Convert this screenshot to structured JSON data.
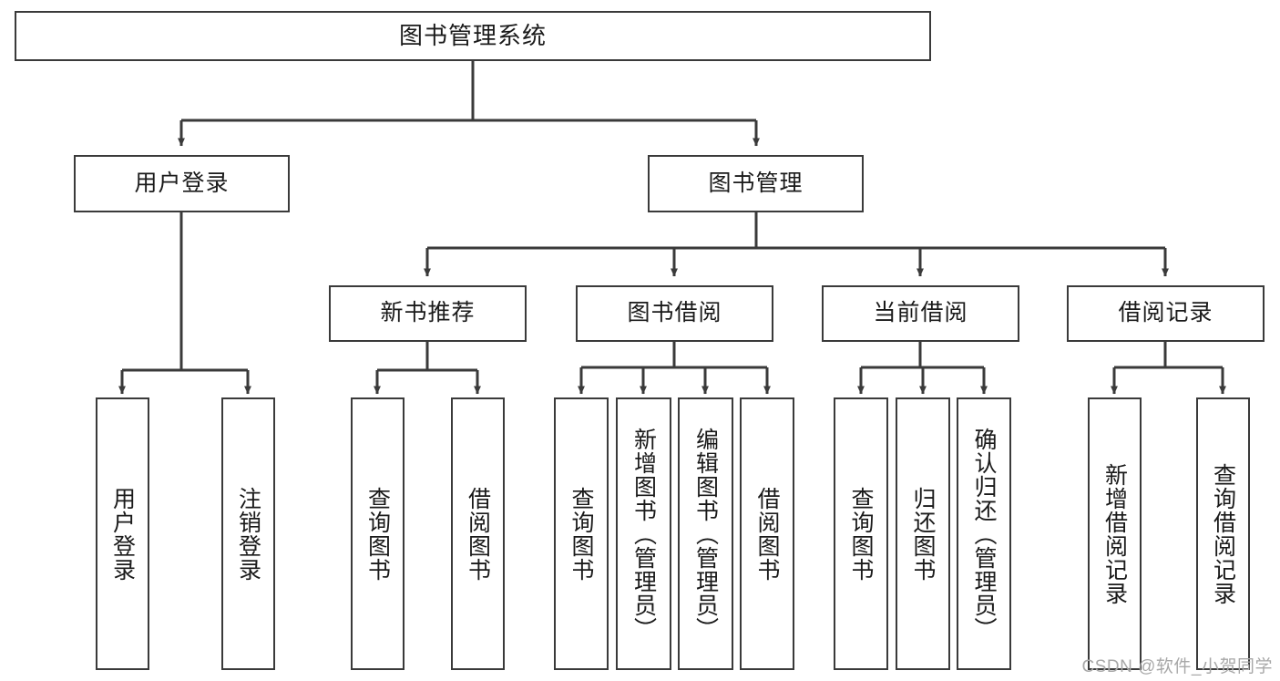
{
  "diagram": {
    "type": "tree-hierarchy",
    "title": "图书管理系统",
    "watermark": "CSDN @软件_小贺同学",
    "colors": {
      "box_border": "#3a3a3a",
      "box_fill": "#ffffff",
      "line": "#3a3a3a",
      "text": "#1a1a1a",
      "watermark": "#a8a8a8"
    },
    "root": {
      "label": "图书管理系统",
      "orientation": "horizontal"
    },
    "level2": [
      {
        "label": "用户登录",
        "orientation": "horizontal"
      },
      {
        "label": "图书管理",
        "orientation": "horizontal"
      }
    ],
    "level3": [
      {
        "label": "新书推荐",
        "orientation": "horizontal",
        "parent": "图书管理"
      },
      {
        "label": "图书借阅",
        "orientation": "horizontal",
        "parent": "图书管理"
      },
      {
        "label": "当前借阅",
        "orientation": "horizontal",
        "parent": "图书管理"
      },
      {
        "label": "借阅记录",
        "orientation": "horizontal",
        "parent": "图书管理"
      }
    ],
    "leaves": {
      "user_login": [
        {
          "label": "用户登录",
          "orientation": "vertical"
        },
        {
          "label": "注销登录",
          "orientation": "vertical"
        }
      ],
      "new_book": [
        {
          "label": "查询图书",
          "orientation": "vertical"
        },
        {
          "label": "借阅图书",
          "orientation": "vertical"
        }
      ],
      "book_borrow": [
        {
          "label": "查询图书",
          "orientation": "vertical"
        },
        {
          "label": "新增图书（管理员）",
          "orientation": "vertical"
        },
        {
          "label": "编辑图书（管理员）",
          "orientation": "vertical"
        },
        {
          "label": "借阅图书",
          "orientation": "vertical"
        }
      ],
      "current_borrow": [
        {
          "label": "查询图书",
          "orientation": "vertical"
        },
        {
          "label": "归还图书",
          "orientation": "vertical"
        },
        {
          "label": "确认归还（管理员）",
          "orientation": "vertical"
        }
      ],
      "borrow_record": [
        {
          "label": "新增借阅记录",
          "orientation": "vertical"
        },
        {
          "label": "查询借阅记录",
          "orientation": "vertical"
        }
      ]
    }
  }
}
